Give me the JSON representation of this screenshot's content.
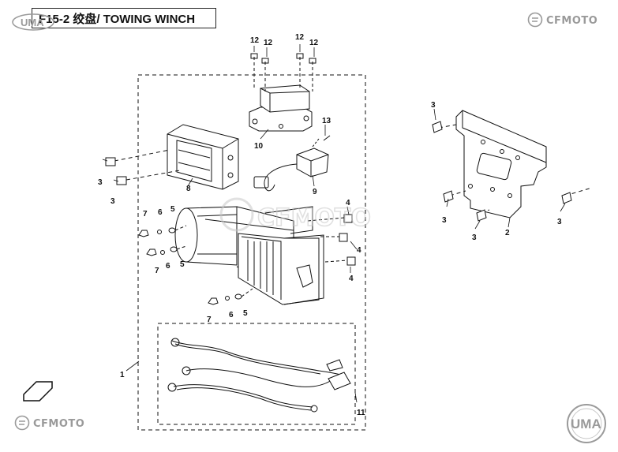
{
  "header": {
    "code": "F15-2",
    "title": "绞盘/ TOWING WINCH"
  },
  "brands": {
    "top_right": "CFMOTO",
    "bottom_left": "CFMOTO",
    "watermark": "CFMOTO",
    "logo_small": "UMA",
    "logo_bottom_right": "UMA"
  },
  "callouts": [
    {
      "id": "c12a",
      "label": "12"
    },
    {
      "id": "c12b",
      "label": "12"
    },
    {
      "id": "c12c",
      "label": "12"
    },
    {
      "id": "c12d",
      "label": "12"
    },
    {
      "id": "c13",
      "label": "13"
    },
    {
      "id": "c10",
      "label": "10"
    },
    {
      "id": "c9",
      "label": "9"
    },
    {
      "id": "c8",
      "label": "8"
    },
    {
      "id": "c3a",
      "label": "3"
    },
    {
      "id": "c3b",
      "label": "3"
    },
    {
      "id": "c3c",
      "label": "3"
    },
    {
      "id": "c3d",
      "label": "3"
    },
    {
      "id": "c3e",
      "label": "3"
    },
    {
      "id": "c3f",
      "label": "3"
    },
    {
      "id": "c2",
      "label": "2"
    },
    {
      "id": "c4a",
      "label": "4"
    },
    {
      "id": "c4b",
      "label": "4"
    },
    {
      "id": "c4c",
      "label": "4"
    },
    {
      "id": "c7a",
      "label": "7"
    },
    {
      "id": "c6a",
      "label": "6"
    },
    {
      "id": "c5a",
      "label": "5"
    },
    {
      "id": "c7b",
      "label": "7"
    },
    {
      "id": "c6b",
      "label": "6"
    },
    {
      "id": "c5b",
      "label": "5"
    },
    {
      "id": "c7c",
      "label": "7"
    },
    {
      "id": "c6c",
      "label": "6"
    },
    {
      "id": "c5c",
      "label": "5"
    },
    {
      "id": "c1",
      "label": "1"
    },
    {
      "id": "c11",
      "label": "11"
    }
  ],
  "colors": {
    "line": "#111111",
    "brand_grey": "#9a9a9a",
    "watermark": "#c8c8c8"
  }
}
